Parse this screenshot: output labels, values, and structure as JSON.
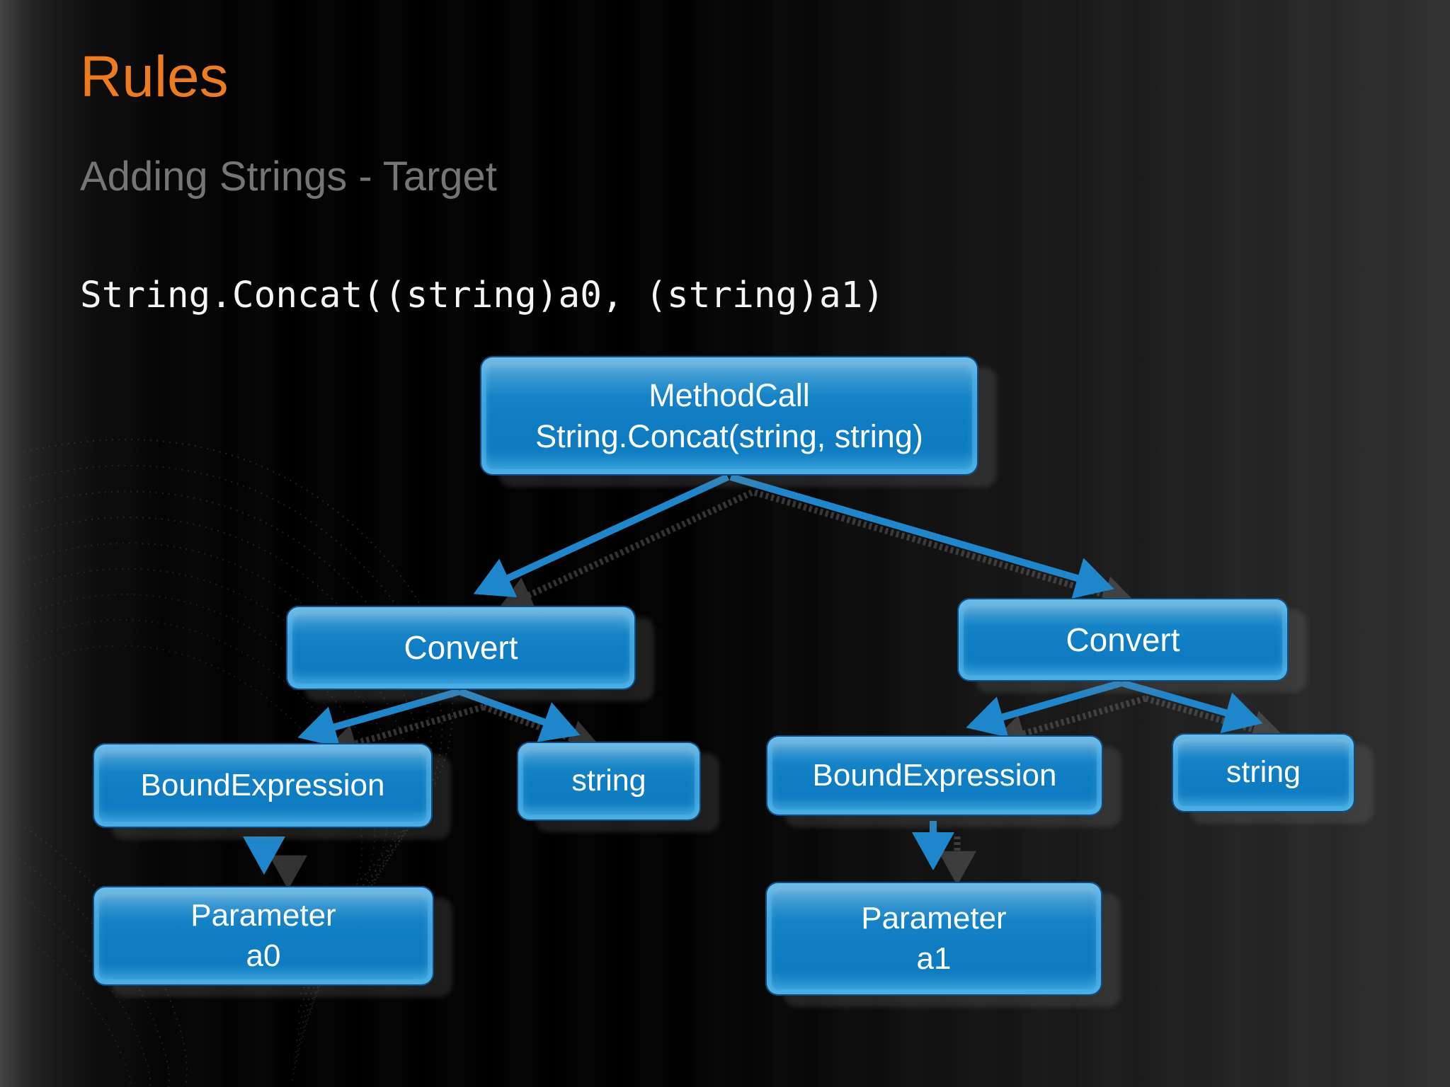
{
  "slide": {
    "title": "Rules",
    "subtitle": "Adding Strings - Target",
    "code": "String.Concat((string)a0, (string)a1)"
  },
  "diagram": {
    "nodes": {
      "methodcall": {
        "line1": "MethodCall",
        "line2": "String.Concat(string, string)"
      },
      "convert_left": {
        "label": "Convert"
      },
      "convert_right": {
        "label": "Convert"
      },
      "bound_left": {
        "label": "BoundExpression"
      },
      "string_left": {
        "label": "string"
      },
      "bound_right": {
        "label": "BoundExpression"
      },
      "string_right": {
        "label": "string"
      },
      "param_a0": {
        "line1": "Parameter",
        "line2": "a0"
      },
      "param_a1": {
        "line1": "Parameter",
        "line2": "a1"
      }
    },
    "edges": [
      {
        "from": "methodcall",
        "to": "convert_left"
      },
      {
        "from": "methodcall",
        "to": "convert_right"
      },
      {
        "from": "convert_left",
        "to": "bound_left"
      },
      {
        "from": "convert_left",
        "to": "string_left"
      },
      {
        "from": "convert_right",
        "to": "bound_right"
      },
      {
        "from": "convert_right",
        "to": "string_right"
      },
      {
        "from": "bound_left",
        "to": "param_a0"
      },
      {
        "from": "bound_right",
        "to": "param_a1"
      }
    ]
  },
  "colors": {
    "title": "#ee7c1f",
    "subtitle": "#757575",
    "code_text": "#f5f5f5",
    "node_fill": "#107dc2",
    "node_bevel": "#52b6eb",
    "arrow": "#1e86cb",
    "arrow_shadow": "#6f6f6f",
    "background": "#000000"
  }
}
